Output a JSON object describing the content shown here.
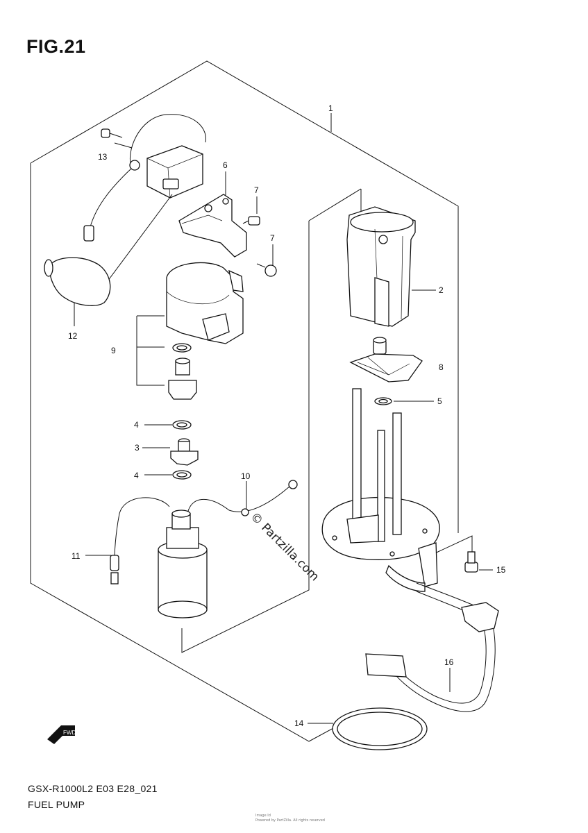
{
  "figure": {
    "title": "FIG.21"
  },
  "footer": {
    "code": "GSX-R1000L2 E03 E28_021",
    "name": "FUEL PUMP"
  },
  "fine_print": {
    "line1": "Image Id",
    "line2": "Powered by PartZilla. All rights reserved"
  },
  "watermark": {
    "text": "© Partzilla.com"
  },
  "direction_badge": {
    "text": "FWD",
    "icon": "forward-arrow-icon"
  },
  "callouts": {
    "c1": "1",
    "c2": "2",
    "c3": "3",
    "c4a": "4",
    "c4b": "4",
    "c5": "5",
    "c6": "6",
    "c7a": "7",
    "c7b": "7",
    "c8": "8",
    "c9": "9",
    "c10": "10",
    "c11": "11",
    "c12": "12",
    "c13": "13",
    "c14": "14",
    "c15": "15",
    "c16": "16"
  },
  "parts": [
    "fuel-pump-assembly",
    "pump-case",
    "regulator",
    "o-ring",
    "o-ring",
    "o-ring",
    "bracket",
    "screw",
    "screw",
    "filter",
    "regulator-case-set",
    "lead-wire-plus",
    "lead-wire-minus",
    "fuel-level-gauge",
    "screw",
    "o-ring-large",
    "bolt",
    "fuel-hose"
  ]
}
